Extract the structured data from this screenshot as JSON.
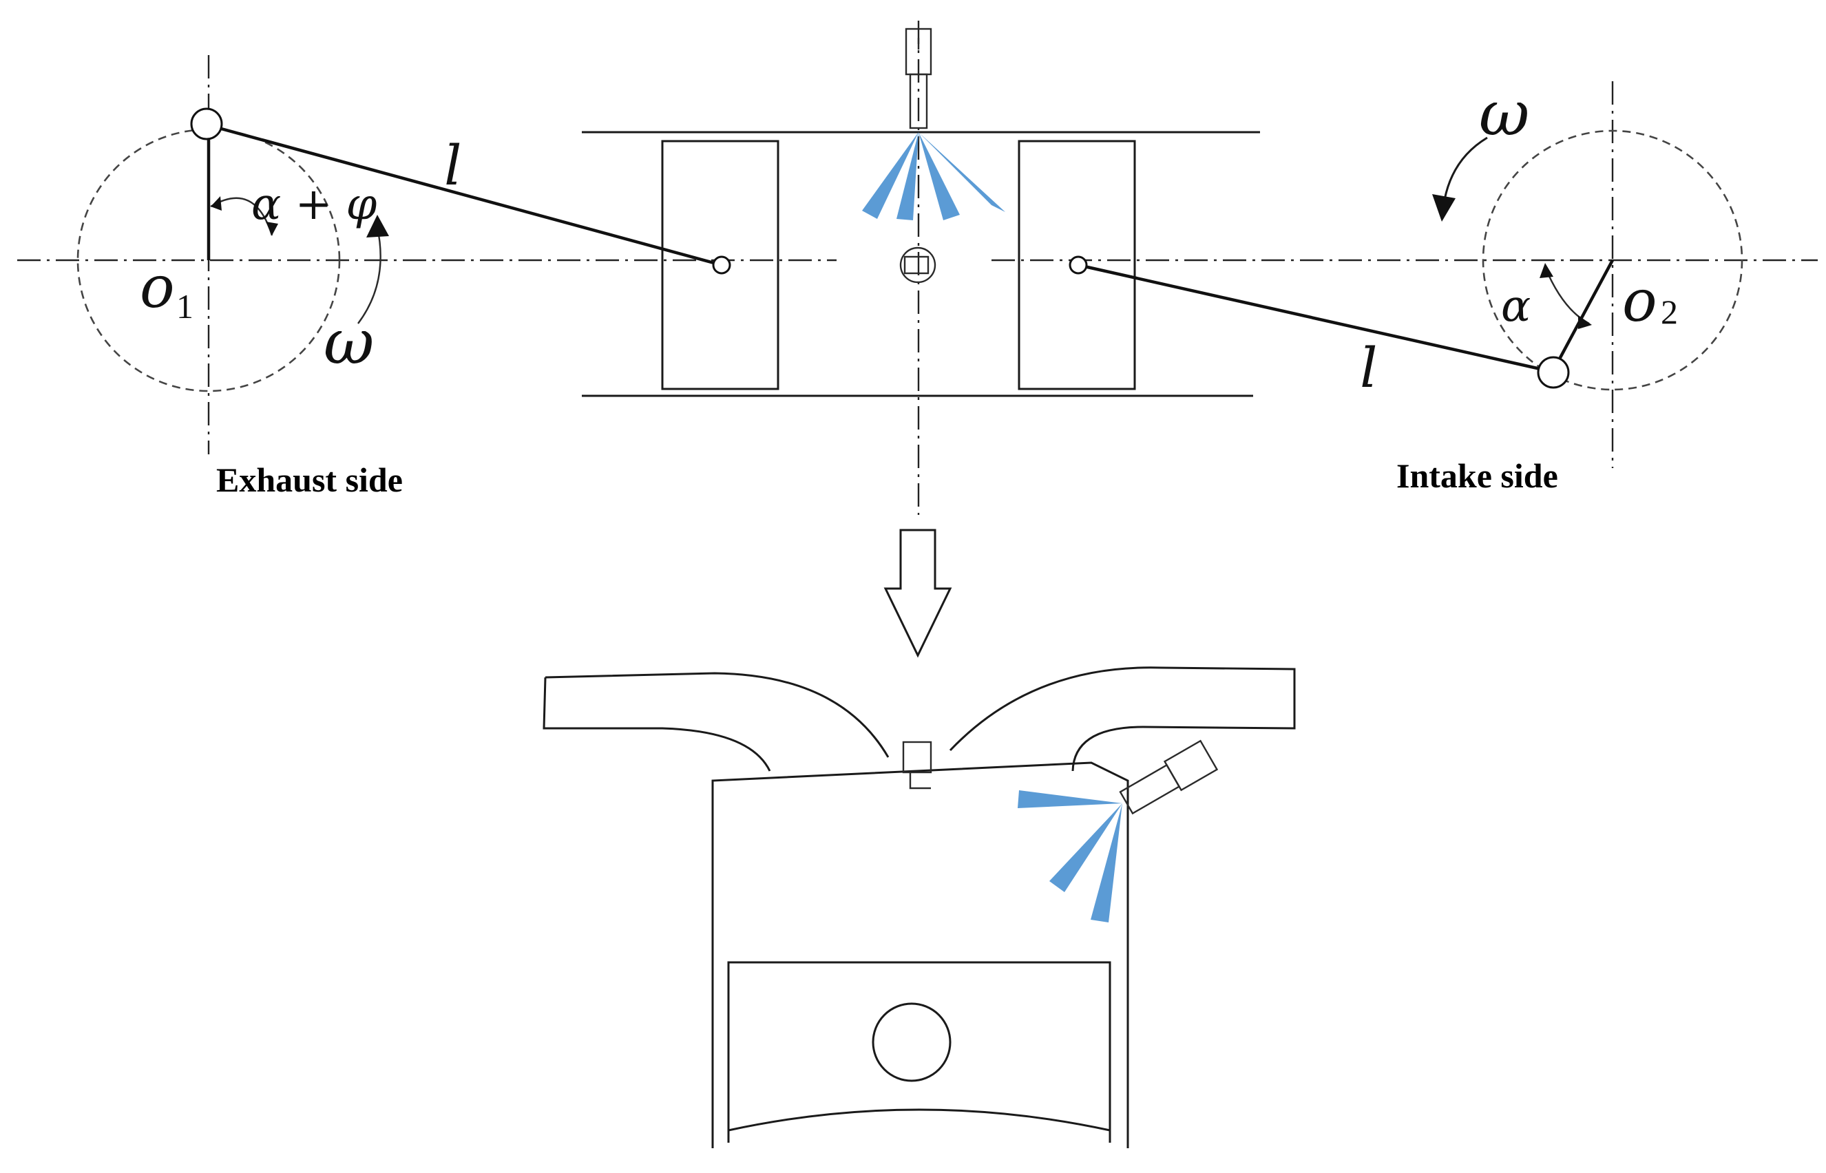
{
  "labels": {
    "exhaust_side": "Exhaust side",
    "intake_side": "Intake side",
    "omega": "ω",
    "rod_length": "l",
    "angle_exhaust": "α + φ",
    "angle_intake": "α",
    "o1_letter": "o",
    "o1_subscript": "1",
    "o2_letter": "o",
    "o2_subscript": "2"
  },
  "colors": {
    "fuel_spray": "#5b9bd5",
    "lines": "#1a1a1a",
    "background": "#ffffff"
  }
}
